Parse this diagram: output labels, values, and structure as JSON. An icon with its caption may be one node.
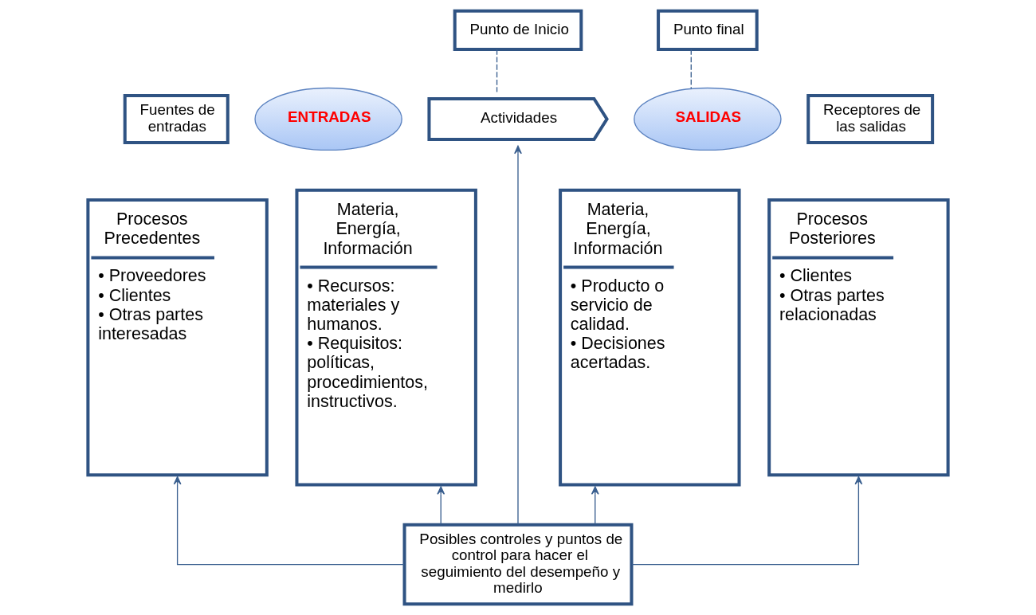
{
  "diagram": {
    "nodes": [
      {
        "text": [
          "Fuentes de entradas"
        ]
      },
      {
        "text": [
          "Punto de Inicio"
        ]
      },
      {
        "text": [
          "Punto final"
        ]
      },
      {
        "text": [
          "ENTRADAS"
        ]
      },
      {
        "text": [
          "Actividades"
        ]
      },
      {
        "text": [
          "SALIDAS"
        ]
      },
      {
        "text": [
          "Receptores de las salidas"
        ]
      },
      {
        "text": [
          "Procesos Precedentes",
          "• Proveedores",
          "• Clientes",
          "• Otras partes interesadas"
        ]
      },
      {
        "text": [
          "Materia, Energía, Información",
          "• Recursos: materiales y humanos.",
          "• Requisitos: políticas, procedimientos, instructivos."
        ]
      },
      {
        "text": [
          "Materia, Energía, Información",
          "• Producto o servicio de calidad.",
          "• Decisiones acertadas."
        ]
      },
      {
        "text": [
          "Procesos Posteriores",
          "• Clientes",
          "• Otras partes relacionadas"
        ]
      },
      {
        "text": [
          "Posibles controles y puntos de control para hacer el seguimiento del desempeño y medirlo"
        ]
      }
    ],
    "edges": [
      {
        "from": 1,
        "to": 4,
        "arrow": "none",
        "style": "dashed"
      },
      {
        "from": 2,
        "to": 5,
        "arrow": "none",
        "style": "dashed"
      },
      {
        "from": 11,
        "to": 7,
        "arrow": "to"
      },
      {
        "from": 11,
        "to": 8,
        "arrow": "to"
      },
      {
        "from": 11,
        "to": 4,
        "arrow": "to"
      },
      {
        "from": 11,
        "to": 9,
        "arrow": "to"
      },
      {
        "from": 11,
        "to": 10,
        "arrow": "to"
      }
    ]
  }
}
